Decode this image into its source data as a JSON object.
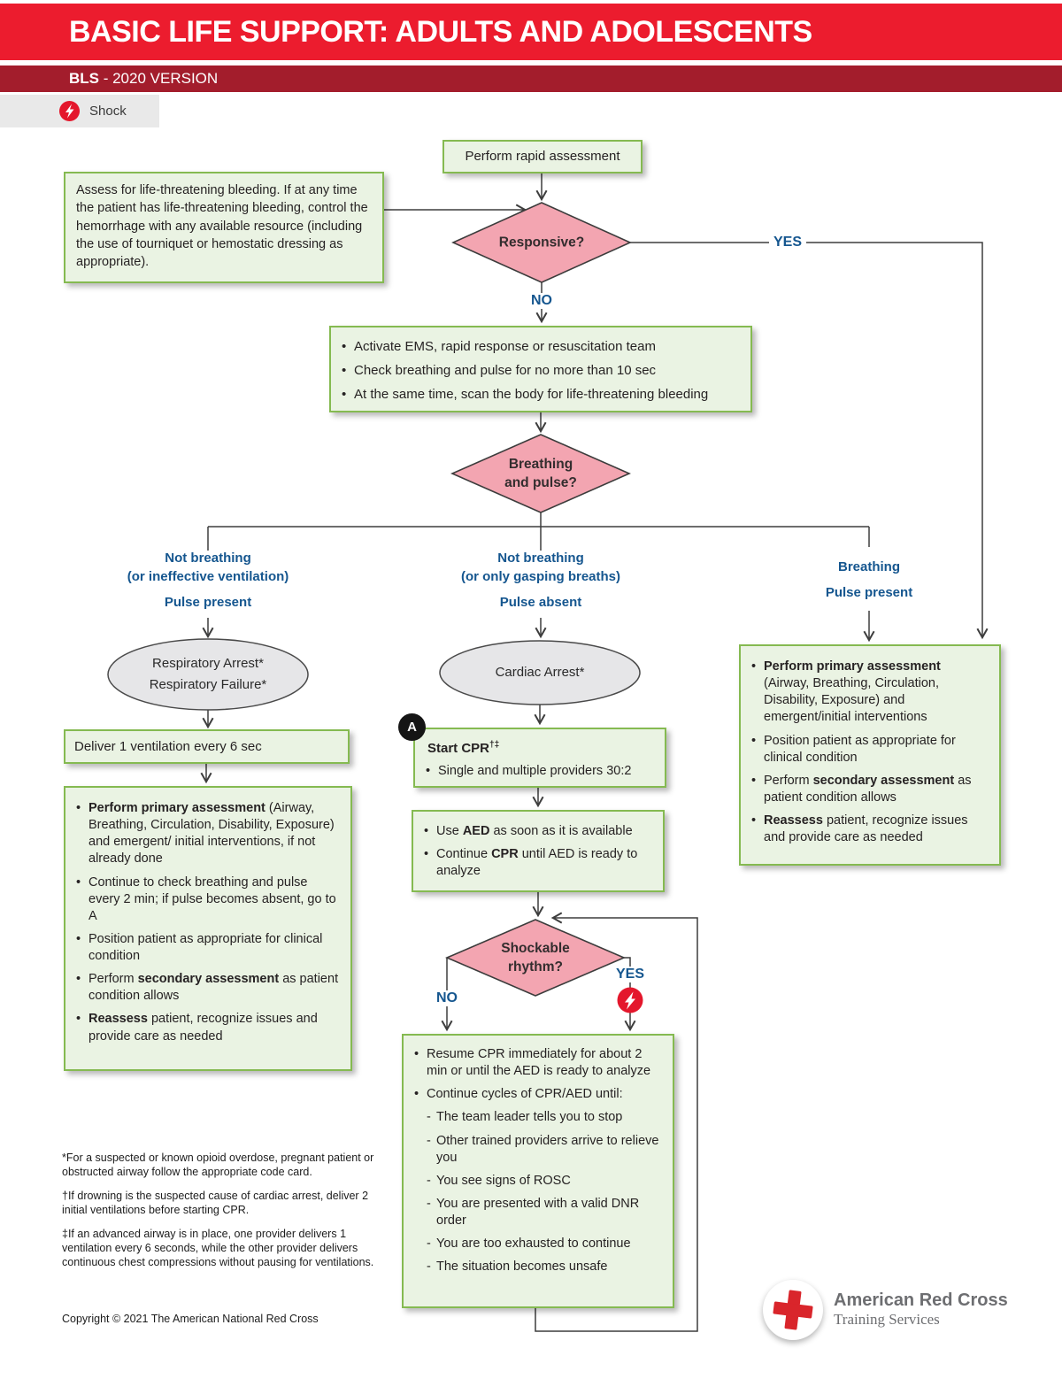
{
  "header": {
    "title": "BASIC LIFE SUPPORT: ADULTS AND ADOLESCENTS",
    "version_bold": "BLS",
    "version_rest": " - 2020 VERSION",
    "tab_label": "Shock",
    "tab_icon": "lightning-shock-icon"
  },
  "colors": {
    "header_red": "#EC1C2E",
    "version_maroon": "#A31D2C",
    "box_fill": "#EAF3E3",
    "box_border": "#85BA51",
    "diamond_pink": "#F3A5B1",
    "oval_gray": "#E6E6E8",
    "label_blue": "#15568F",
    "shock_red": "#E4172C"
  },
  "nodes": {
    "rapid": {
      "text": "Perform rapid assessment"
    },
    "bleeding": {
      "text": "Assess for life-threatening bleeding. If at any time the patient has life-threatening bleeding, control the hemorrhage with any available resource (including the use of tourniquet or hemostatic dressing as appropriate)."
    },
    "responsive": {
      "question": "Responsive?",
      "yes": "YES",
      "no": "NO"
    },
    "ems": {
      "items": [
        {
          "runs": [
            {
              "t": "Activate EMS, rapid response or resuscitation team"
            }
          ]
        },
        {
          "runs": [
            {
              "t": "Check breathing and pulse for no more than 10 sec"
            }
          ]
        },
        {
          "runs": [
            {
              "t": "At the same time, scan the body for life-threatening bleeding"
            }
          ]
        }
      ]
    },
    "breathing_pulse": {
      "line1": "Breathing",
      "line2": "and pulse?"
    },
    "branch_left": {
      "line1": "Not breathing",
      "line2": "(or ineffective ventilation)",
      "line3": "Pulse present"
    },
    "branch_mid": {
      "line1": "Not breathing",
      "line2": "(or only gasping breaths)",
      "line3": "Pulse absent"
    },
    "branch_right": {
      "line1": "Breathing",
      "line2": "Pulse present"
    },
    "resp_arrest": {
      "line1": "Respiratory Arrest*",
      "line2": "Respiratory Failure*"
    },
    "cardiac_arrest": {
      "line1": "Cardiac Arrest*"
    },
    "deliver": {
      "text": "Deliver 1 ventilation every 6 sec"
    },
    "left_box": {
      "items": [
        {
          "runs": [
            {
              "t": "Perform primary assessment",
              "b": true
            },
            {
              "t": " (Airway, Breathing, Circulation, Disability, Exposure) and emergent/ initial interventions, if not already done"
            }
          ]
        },
        {
          "runs": [
            {
              "t": "Continue to check breathing and pulse every 2 min; if pulse becomes absent, go to A"
            }
          ]
        },
        {
          "runs": [
            {
              "t": "Position patient as appropriate for clinical condition"
            }
          ]
        },
        {
          "runs": [
            {
              "t": "Perform "
            },
            {
              "t": "secondary assessment",
              "b": true
            },
            {
              "t": " as patient condition allows"
            }
          ]
        },
        {
          "runs": [
            {
              "t": "Reassess",
              "b": true
            },
            {
              "t": " patient, recognize issues and provide care as needed"
            }
          ]
        }
      ]
    },
    "start_cpr": {
      "badge": "A",
      "title": "Start CPR",
      "sup": "†‡",
      "items": [
        {
          "runs": [
            {
              "t": "Single and multiple providers 30:2"
            }
          ]
        }
      ]
    },
    "aed": {
      "items": [
        {
          "runs": [
            {
              "t": "Use "
            },
            {
              "t": "AED",
              "b": true
            },
            {
              "t": " as soon as it is available"
            }
          ]
        },
        {
          "runs": [
            {
              "t": "Continue "
            },
            {
              "t": "CPR",
              "b": true
            },
            {
              "t": " until AED is ready to analyze"
            }
          ]
        }
      ]
    },
    "shockable": {
      "line1": "Shockable",
      "line2": "rhythm?",
      "yes": "YES",
      "no": "NO",
      "yes_icon": "lightning-shock-icon"
    },
    "resume": {
      "items": [
        {
          "runs": [
            {
              "t": "Resume CPR immediately for about 2 min or until the AED is ready to analyze"
            }
          ]
        },
        {
          "runs": [
            {
              "t": "Continue cycles of CPR/AED until:"
            }
          ]
        },
        {
          "m": "-",
          "ind": 1,
          "runs": [
            {
              "t": "The team leader tells you to stop"
            }
          ]
        },
        {
          "m": "-",
          "ind": 1,
          "runs": [
            {
              "t": "Other trained providers arrive to relieve you"
            }
          ]
        },
        {
          "m": "-",
          "ind": 1,
          "runs": [
            {
              "t": "You see signs of ROSC"
            }
          ]
        },
        {
          "m": "-",
          "ind": 1,
          "runs": [
            {
              "t": "You are presented with a valid DNR order"
            }
          ]
        },
        {
          "m": "-",
          "ind": 1,
          "runs": [
            {
              "t": "You are too exhausted to continue"
            }
          ]
        },
        {
          "m": "-",
          "ind": 1,
          "runs": [
            {
              "t": "The situation becomes unsafe"
            }
          ]
        }
      ]
    },
    "right_box": {
      "items": [
        {
          "runs": [
            {
              "t": "Perform primary assessment",
              "b": true
            },
            {
              "t": " (Airway, Breathing, Circulation, Disability, Exposure) and emergent/initial interventions"
            }
          ]
        },
        {
          "runs": [
            {
              "t": "Position patient as appropriate for clinical condition"
            }
          ]
        },
        {
          "runs": [
            {
              "t": "Perform "
            },
            {
              "t": "secondary assessment",
              "b": true
            },
            {
              "t": " as patient condition allows"
            }
          ]
        },
        {
          "runs": [
            {
              "t": "Reassess",
              "b": true
            },
            {
              "t": " patient, recognize issues and provide care as needed"
            }
          ]
        }
      ]
    }
  },
  "footnotes": [
    "*For a suspected or known opioid overdose, pregnant patient or obstructed airway follow the appropriate code card.",
    "†If drowning is the suspected cause of cardiac arrest, deliver 2 initial ventilations before starting CPR.",
    "‡If an advanced airway is in place, one provider delivers 1 ventilation every 6 seconds, while the other provider delivers continuous chest compressions without pausing for ventilations."
  ],
  "copyright": "Copyright © 2021 The American National Red Cross",
  "logo": {
    "icon": "red-cross-icon",
    "line1": "American Red Cross",
    "line2": "Training Services"
  }
}
